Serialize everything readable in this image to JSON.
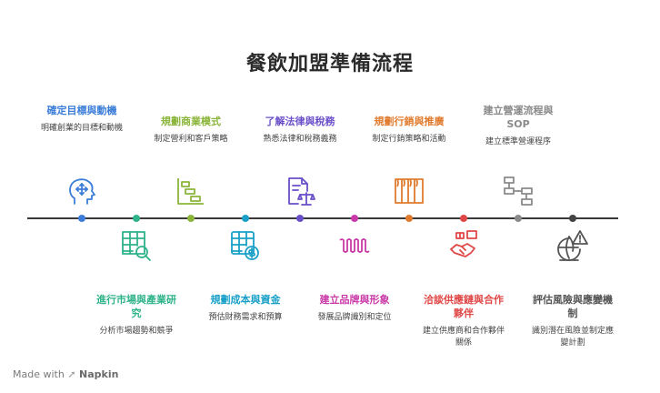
{
  "title": "餐飲加盟準備流程",
  "stages_top": [
    {
      "label": "確定目標與動機",
      "desc": "明確創業的目標和動機",
      "color": "#3b7dd8"
    },
    {
      "label": "規劃商業模式",
      "desc": "制定營利和客戶策略",
      "color": "#8bb53a"
    },
    {
      "label": "了解法律與稅務",
      "desc": "熟悉法律和稅務義務",
      "color": "#6a4fc9"
    },
    {
      "label": "規劃行銷與推廣",
      "desc": "制定行銷策略和活動",
      "color": "#e07b2e"
    },
    {
      "label": "建立營運流程與 SOP",
      "desc": "建立標準營運程序",
      "color": "#8a8a8a"
    }
  ],
  "stages_bottom": [
    {
      "label": "進行市場與產業研究",
      "desc": "分析市場趨勢和競爭",
      "color": "#2fb38a"
    },
    {
      "label": "規劃成本與資金",
      "desc": "預估財務需求和預算",
      "color": "#1aa0c8"
    },
    {
      "label": "建立品牌與形象",
      "desc": "發展品牌識別和定位",
      "color": "#c93aa8"
    },
    {
      "label": "洽談供應鏈與合作夥伴",
      "desc": "建立供應商和合作夥伴關係",
      "color": "#e04848"
    },
    {
      "label": "評估風險與應變機制",
      "desc": "識別潛在風險並制定應變計劃",
      "color": "#555555"
    }
  ],
  "icons": [
    "head-arrows-icon",
    "spreadsheet-search-icon",
    "bar-chart-icon",
    "spreadsheet-dollar-icon",
    "legal-scale-icon",
    "wave-brand-icon",
    "pillars-icon",
    "handshake-box-icon",
    "flowchart-icon",
    "globe-warning-icon"
  ],
  "footer": {
    "made_with": "Made with",
    "brand": "Napkin"
  }
}
